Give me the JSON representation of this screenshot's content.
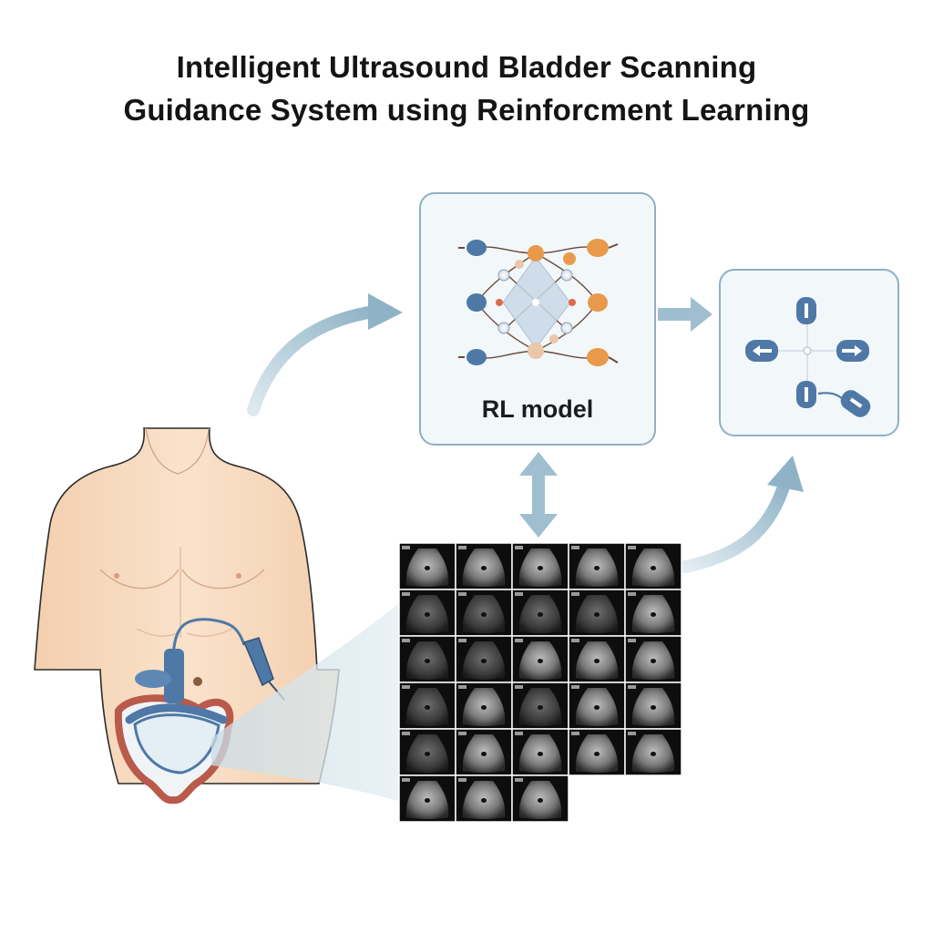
{
  "title": {
    "line1": "Intelligent Ultrasound Bladder Scanning",
    "line2": "Guidance System using Reinforcment Learning"
  },
  "rl_model": {
    "label": "RL model"
  },
  "ultrasound_grid": {
    "rows": 6,
    "cols": 5,
    "last_row_count": 3
  },
  "action_panel": {
    "icons": [
      "up-arrow-icon",
      "left-arrow-icon",
      "right-arrow-icon",
      "down-arrow-icon",
      "probe-tilt-icon"
    ]
  },
  "colors": {
    "accent_blue": "#4e78a6",
    "accent_orange": "#e89a4a",
    "arrow": "#9fbfd0",
    "box_border": "#8fb0c4",
    "box_fill": "#f2f7fa",
    "skin": "#f8dcc1",
    "bladder_rim": "#b95a4a"
  }
}
